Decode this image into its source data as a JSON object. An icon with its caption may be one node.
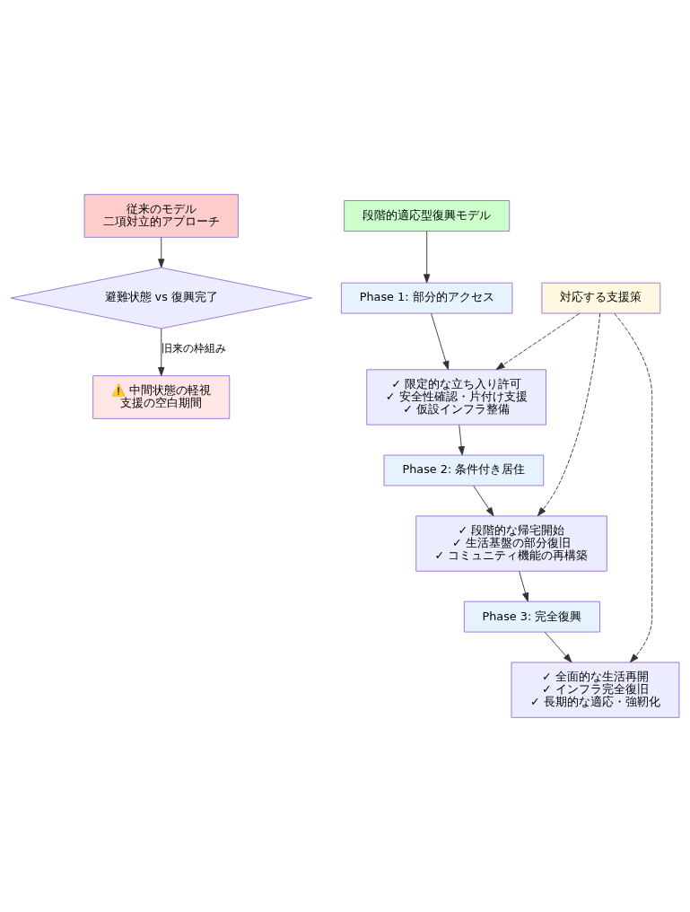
{
  "diagram": {
    "nodes": [
      {
        "text": [
          "従来のモデル",
          "二項対立的アプローチ"
        ]
      },
      {
        "text": [
          "避難状態 vs 復興完了"
        ]
      },
      {
        "text": [
          "⚠️ 中間状態の軽視",
          "支援の空白期間"
        ]
      },
      {
        "text": [
          "段階的適応型復興モデル"
        ]
      },
      {
        "text": [
          "Phase 1: 部分的アクセス"
        ]
      },
      {
        "text": [
          "✓ 限定的な立ち入り許可",
          "✓ 安全性確認・片付け支援",
          "✓ 仮設インフラ整備"
        ]
      },
      {
        "text": [
          "Phase 2: 条件付き居住"
        ]
      },
      {
        "text": [
          "✓ 段階的な帰宅開始",
          "✓ 生活基盤の部分復旧",
          "✓ コミュニティ機能の再構築"
        ]
      },
      {
        "text": [
          "Phase 3: 完全復興"
        ]
      },
      {
        "text": [
          "✓ 全面的な生活再開",
          "✓ インフラ完全復旧",
          "✓ 長期的な適応・強靭化"
        ]
      },
      {
        "text": [
          "対応する支援策"
        ]
      }
    ],
    "edges": [
      {
        "from": 0,
        "to": 1,
        "arrow": "to"
      },
      {
        "from": 1,
        "to": 2,
        "arrow": "to",
        "label": "旧来の枠組み"
      },
      {
        "from": 3,
        "to": 4,
        "arrow": "to"
      },
      {
        "from": 4,
        "to": 5,
        "arrow": "to"
      },
      {
        "from": 5,
        "to": 6,
        "arrow": "to"
      },
      {
        "from": 6,
        "to": 7,
        "arrow": "to"
      },
      {
        "from": 7,
        "to": 8,
        "arrow": "to"
      },
      {
        "from": 8,
        "to": 9,
        "arrow": "to"
      },
      {
        "from": 10,
        "to": 5,
        "arrow": "to",
        "style": "dashed"
      },
      {
        "from": 10,
        "to": 7,
        "arrow": "to",
        "style": "dashed"
      },
      {
        "from": 10,
        "to": 9,
        "arrow": "to",
        "style": "dashed"
      }
    ]
  }
}
